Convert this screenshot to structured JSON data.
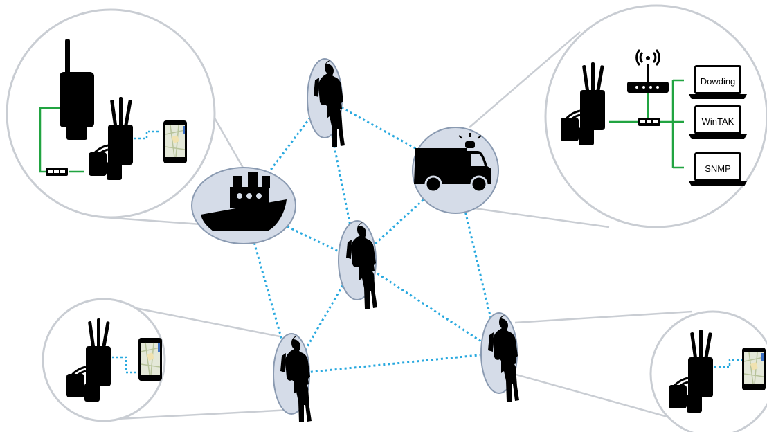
{
  "diagram": {
    "type": "mesh-network",
    "colors": {
      "mesh_link": "#29a9df",
      "wired_link": "#21a441",
      "node_fill": "#d5dce8",
      "node_stroke": "#8a9ab1",
      "callout_stroke": "#c9cdd3",
      "silhouette": "#000000"
    },
    "nodes": [
      {
        "id": "ship",
        "icon": "ship-icon"
      },
      {
        "id": "vehicle",
        "icon": "emergency-vehicle-icon"
      },
      {
        "id": "soldier-top",
        "icon": "soldier-icon"
      },
      {
        "id": "soldier-center",
        "icon": "soldier-icon"
      },
      {
        "id": "soldier-bottom-left",
        "icon": "soldier-icon"
      },
      {
        "id": "soldier-bottom-right",
        "icon": "soldier-icon"
      }
    ],
    "mesh_links": [
      [
        "soldier-top",
        "ship"
      ],
      [
        "soldier-top",
        "vehicle"
      ],
      [
        "soldier-top",
        "soldier-center"
      ],
      [
        "ship",
        "soldier-center"
      ],
      [
        "ship",
        "soldier-bottom-left"
      ],
      [
        "vehicle",
        "soldier-center"
      ],
      [
        "vehicle",
        "soldier-bottom-right"
      ],
      [
        "soldier-center",
        "soldier-bottom-left"
      ],
      [
        "soldier-center",
        "soldier-bottom-right"
      ],
      [
        "soldier-bottom-left",
        "soldier-bottom-right"
      ]
    ],
    "callouts": [
      {
        "id": "ship-detail",
        "attached_to": "ship",
        "devices": [
          "handheld-radio-icon",
          "mesh-radio-icon",
          "network-switch-icon",
          "smartphone-icon"
        ]
      },
      {
        "id": "vehicle-detail",
        "attached_to": "vehicle",
        "devices": [
          "mesh-radio-icon",
          "wifi-router-icon",
          "network-switch-icon",
          "laptop-icon"
        ]
      },
      {
        "id": "soldier-bl-detail",
        "attached_to": "soldier-bottom-left",
        "devices": [
          "mesh-radio-icon",
          "smartphone-icon"
        ]
      },
      {
        "id": "soldier-br-detail",
        "attached_to": "soldier-bottom-right",
        "devices": [
          "mesh-radio-icon",
          "smartphone-icon"
        ]
      }
    ],
    "laptops": [
      {
        "label": "Dowding"
      },
      {
        "label": "WinTAK"
      },
      {
        "label": "SNMP"
      }
    ]
  }
}
